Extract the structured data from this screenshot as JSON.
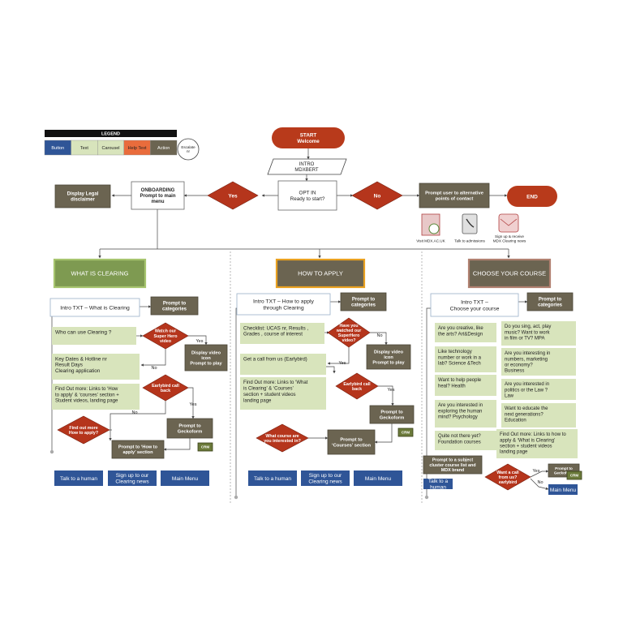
{
  "legend": {
    "title": "LEGEND",
    "items": [
      "Button",
      "Text",
      "Carousel",
      "Help Text",
      "Action"
    ],
    "extra": "Escalate nr"
  },
  "colors": {
    "start": "#b83a1b",
    "decision": "#b5351c",
    "action": "#6b6451",
    "text_fill": "#d8e4bc",
    "button": "#2f5597",
    "helptext": "#e96c3c",
    "legend_bar": "#111111",
    "header_green_fill": "#7e9a51",
    "header_green_border": "#a6c46e",
    "header_orange_fill": "#6b6451",
    "header_orange_border": "#e8a020",
    "header_grey_fill": "#6b6451",
    "header_grey_border": "#b08070",
    "white_border": "#9ab0c8"
  },
  "top": {
    "start": [
      "START",
      "Welcome"
    ],
    "intro": [
      "INTRO",
      "MDXBERT"
    ],
    "optin": [
      "OPT IN",
      "Ready to start?"
    ],
    "yes": "Yes",
    "no": "No",
    "onboarding": [
      "ONBOARDING",
      "Prompt to main",
      "menu"
    ],
    "legal": [
      "Display Legal",
      "disclaimer"
    ],
    "alternative": [
      "Prompt user to alternative",
      "points of contact"
    ],
    "end": "END",
    "icons": {
      "visit": "Visit MDX.AC.UK",
      "talk": "Talk to admissions",
      "signup": [
        "Sign up & receive",
        "MDX Clearing news"
      ]
    }
  },
  "col1": {
    "header": "WHAT IS CLEARING",
    "intro": "Intro TXT – What is Clearing",
    "prompt_categories": [
      "Prompt to",
      "categories"
    ],
    "who": "Who can use Clearing ?",
    "superhero": [
      "Watch our",
      "Super Hero",
      "video"
    ],
    "yes": "Yes",
    "no": "No",
    "display_video": [
      "Display video",
      "icon",
      "Prompt to play"
    ],
    "keydates": [
      "Key Dates & Hotline nr",
      "Result Days",
      "Clearing application"
    ],
    "findout": [
      "Find Out more: Links to ‘How",
      "to apply’ & ‘courses’ section +",
      "Student videos, landing page"
    ],
    "earlybird": [
      "Earlybird call",
      "back"
    ],
    "yes2": "Yes",
    "no2": "No",
    "prompt_gecko": [
      "Prompt to",
      "Geckoform"
    ],
    "findout_how": [
      "Find out more",
      "How to apply?"
    ],
    "prompt_howto": [
      "Prompt to ‘How to",
      "apply’ section"
    ],
    "crm": "CRM",
    "buttons": [
      "Talk to a human",
      [
        "Sign up to our",
        "Clearing news"
      ],
      "Main Menu"
    ]
  },
  "col2": {
    "header": "HOW TO APPLY",
    "intro": [
      "Intro TXT – How to apply",
      "through Clearing"
    ],
    "prompt_categories": [
      "Prompt to",
      "categories"
    ],
    "checklist": [
      "Checklist: UCAS nr, Results ,",
      "Grades , course of interest"
    ],
    "superhero": [
      "Have you",
      "watched our",
      "SuperHero",
      "video?"
    ],
    "no": "No",
    "yes": "Yes",
    "display_video": [
      "Display video",
      "icon",
      "Prompt to play"
    ],
    "getacall": "Get a call from us  (Earlybird)",
    "findout": [
      "Find Out more: Links to ‘What",
      "is Clearing’ & ‘Courses’",
      "section + student videos",
      "landing page"
    ],
    "earlybird": [
      "Earlybird call",
      "back"
    ],
    "yes2": "Yes",
    "prompt_gecko": [
      "Prompt to",
      "Geckoform"
    ],
    "crm": "CRM",
    "course_q": [
      "What course are",
      "you interested in?"
    ],
    "prompt_courses": [
      "Prompt to",
      "‘Courses’ section"
    ],
    "buttons": [
      "Talk to a human",
      [
        "Sign up to our",
        "Clearing news"
      ],
      "Main Menu"
    ]
  },
  "col3": {
    "header": "CHOOSE YOUR COURSE",
    "intro": [
      "Intro TXT –",
      "Choose your course"
    ],
    "prompt_categories": [
      "Prompt to",
      "categories"
    ],
    "left": [
      [
        "Are you creative, like",
        "the arts? Art&Design"
      ],
      [
        "Like technology",
        "number or work in a",
        "lab?  Science &Tech"
      ],
      [
        "Want to help people",
        "heal?  Health"
      ],
      [
        "Are you interested in",
        "exploring the human",
        "mind? Psychology"
      ],
      [
        "Quite not there yet?",
        "Foundation courses"
      ]
    ],
    "right": [
      [
        "Do you sing, act, play",
        "music? Want to work",
        "in film or TV?  MPA"
      ],
      [
        "Are you interesting in",
        "numbers, marketing",
        "or economy?",
        "Business"
      ],
      [
        "Are you interested in",
        "politics or the Law ?",
        "Law"
      ],
      [
        "Want to educate the",
        "next generations?",
        "Education"
      ]
    ],
    "findout": [
      "Find Out more: Links to how to",
      "apply & ‘What is Clearing’",
      "section + student videos",
      "landing page"
    ],
    "prompt_subject": [
      "Prompt to a subject",
      "cluster course list and",
      "MDX brand"
    ],
    "talk": [
      "Talk to a",
      "human"
    ],
    "wantcall": [
      "Want a call",
      "from us?",
      "earlybird"
    ],
    "yes": "Yes",
    "no": "No",
    "prompt_gecko": [
      "Prompt to",
      "Geckoform"
    ],
    "crm": "CRM",
    "mainmenu": "Main Menu"
  }
}
